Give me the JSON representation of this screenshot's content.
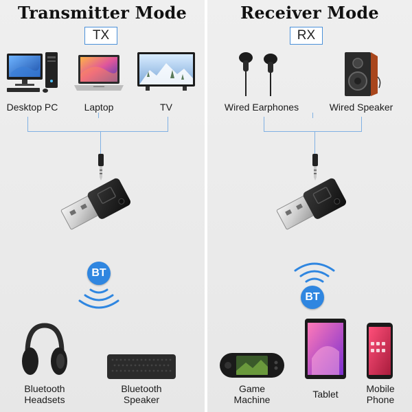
{
  "transmitter": {
    "title": "Transmitter Mode",
    "badge": "TX",
    "sources": [
      {
        "label": "Desktop PC",
        "icon": "desktop-pc-icon"
      },
      {
        "label": "Laptop",
        "icon": "laptop-icon"
      },
      {
        "label": "TV",
        "icon": "tv-icon"
      }
    ],
    "bt_label": "BT",
    "outputs": [
      {
        "label_line1": "Bluetooth",
        "label_line2": "Headsets",
        "icon": "headset-icon"
      },
      {
        "label_line1": "Bluetooth",
        "label_line2": "Speaker",
        "icon": "bluetooth-speaker-icon"
      }
    ]
  },
  "receiver": {
    "title": "Receiver Mode",
    "badge": "RX",
    "outputs": [
      {
        "label": "Wired Earphones",
        "icon": "earphones-icon"
      },
      {
        "label": "Wired Speaker",
        "icon": "wired-speaker-icon"
      }
    ],
    "bt_label": "BT",
    "sources": [
      {
        "label_line1": "Game",
        "label_line2": "Machine",
        "icon": "game-console-icon"
      },
      {
        "label_line1": "Tablet",
        "label_line2": "",
        "icon": "tablet-icon"
      },
      {
        "label_line1": "Mobile",
        "label_line2": "Phone",
        "icon": "mobile-phone-icon"
      }
    ]
  },
  "colors": {
    "accent": "#2f86e0",
    "bracket": "#7fb0e3",
    "panel_bg": "#ececec"
  }
}
